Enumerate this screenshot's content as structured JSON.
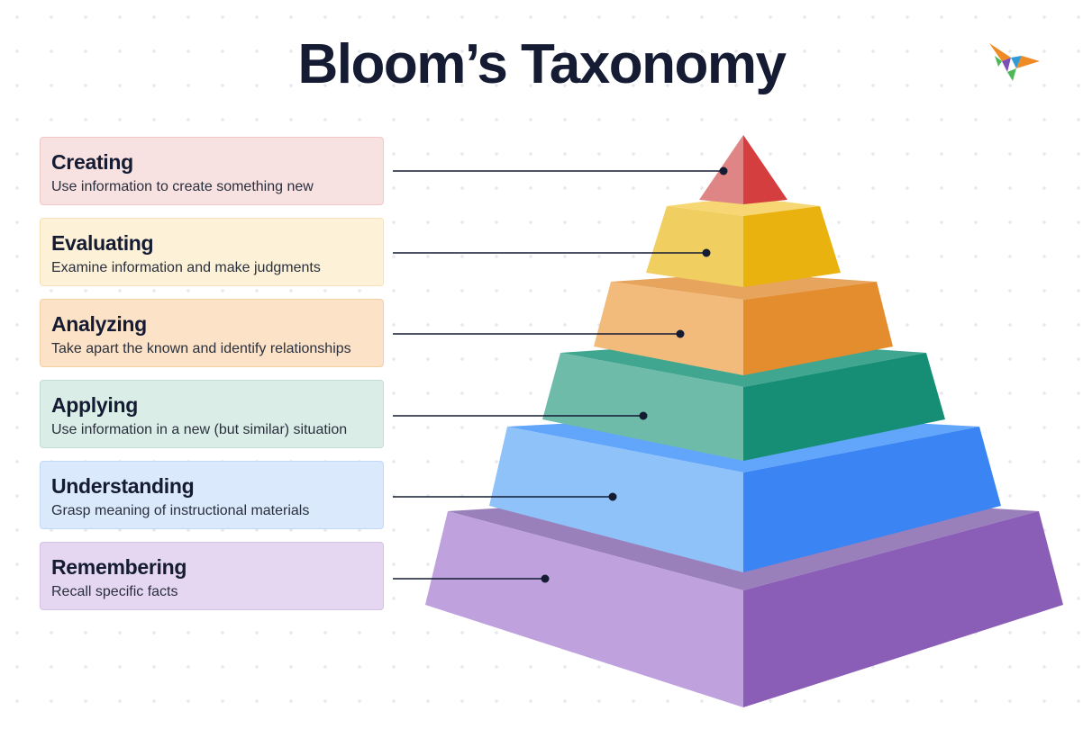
{
  "title": "Bloom’s Taxonomy",
  "levels": [
    {
      "name": "Creating",
      "description": "Use information to create something new",
      "card_bg": "#f8e1e1",
      "card_border": "#f0c8c8",
      "light": "#e08585",
      "dark": "#d53e3e"
    },
    {
      "name": "Evaluating",
      "description": "Examine information and make judgments",
      "card_bg": "#fdf2d7",
      "card_border": "#f5e2b4",
      "light": "#f1ce60",
      "dark": "#e9b20e",
      "top": "#f6d773"
    },
    {
      "name": "Analyzing",
      "description": "Take apart the known and identify relationships",
      "card_bg": "#fce3c7",
      "card_border": "#f3cfa6",
      "light": "#f2bb7c",
      "dark": "#e38d2f",
      "top": "#e7a45d"
    },
    {
      "name": "Applying",
      "description": "Use information in a new (but similar) situation",
      "card_bg": "#daeee7",
      "card_border": "#c0ded3",
      "light": "#6fbbaa",
      "dark": "#168e76",
      "top": "#41a68f"
    },
    {
      "name": "Understanding",
      "description": "Grasp meaning of instructional materials",
      "card_bg": "#dbe9fd",
      "card_border": "#c3d8f7",
      "light": "#90c2fa",
      "dark": "#3b84f4",
      "top": "#62a6fb"
    },
    {
      "name": "Remembering",
      "description": "Recall specific facts",
      "card_bg": "#e5d7f1",
      "card_border": "#d3c1e6",
      "light": "#bfa1dd",
      "dark": "#8a5db7",
      "top": "#9a80bb"
    }
  ],
  "colors": {
    "title": "#141b33",
    "connector": "#141b33",
    "logo": [
      "#f08a24",
      "#7b4fb8",
      "#2e9ad8",
      "#4cb85a"
    ]
  },
  "icons": {
    "logo": "butterfly-logo-icon"
  }
}
